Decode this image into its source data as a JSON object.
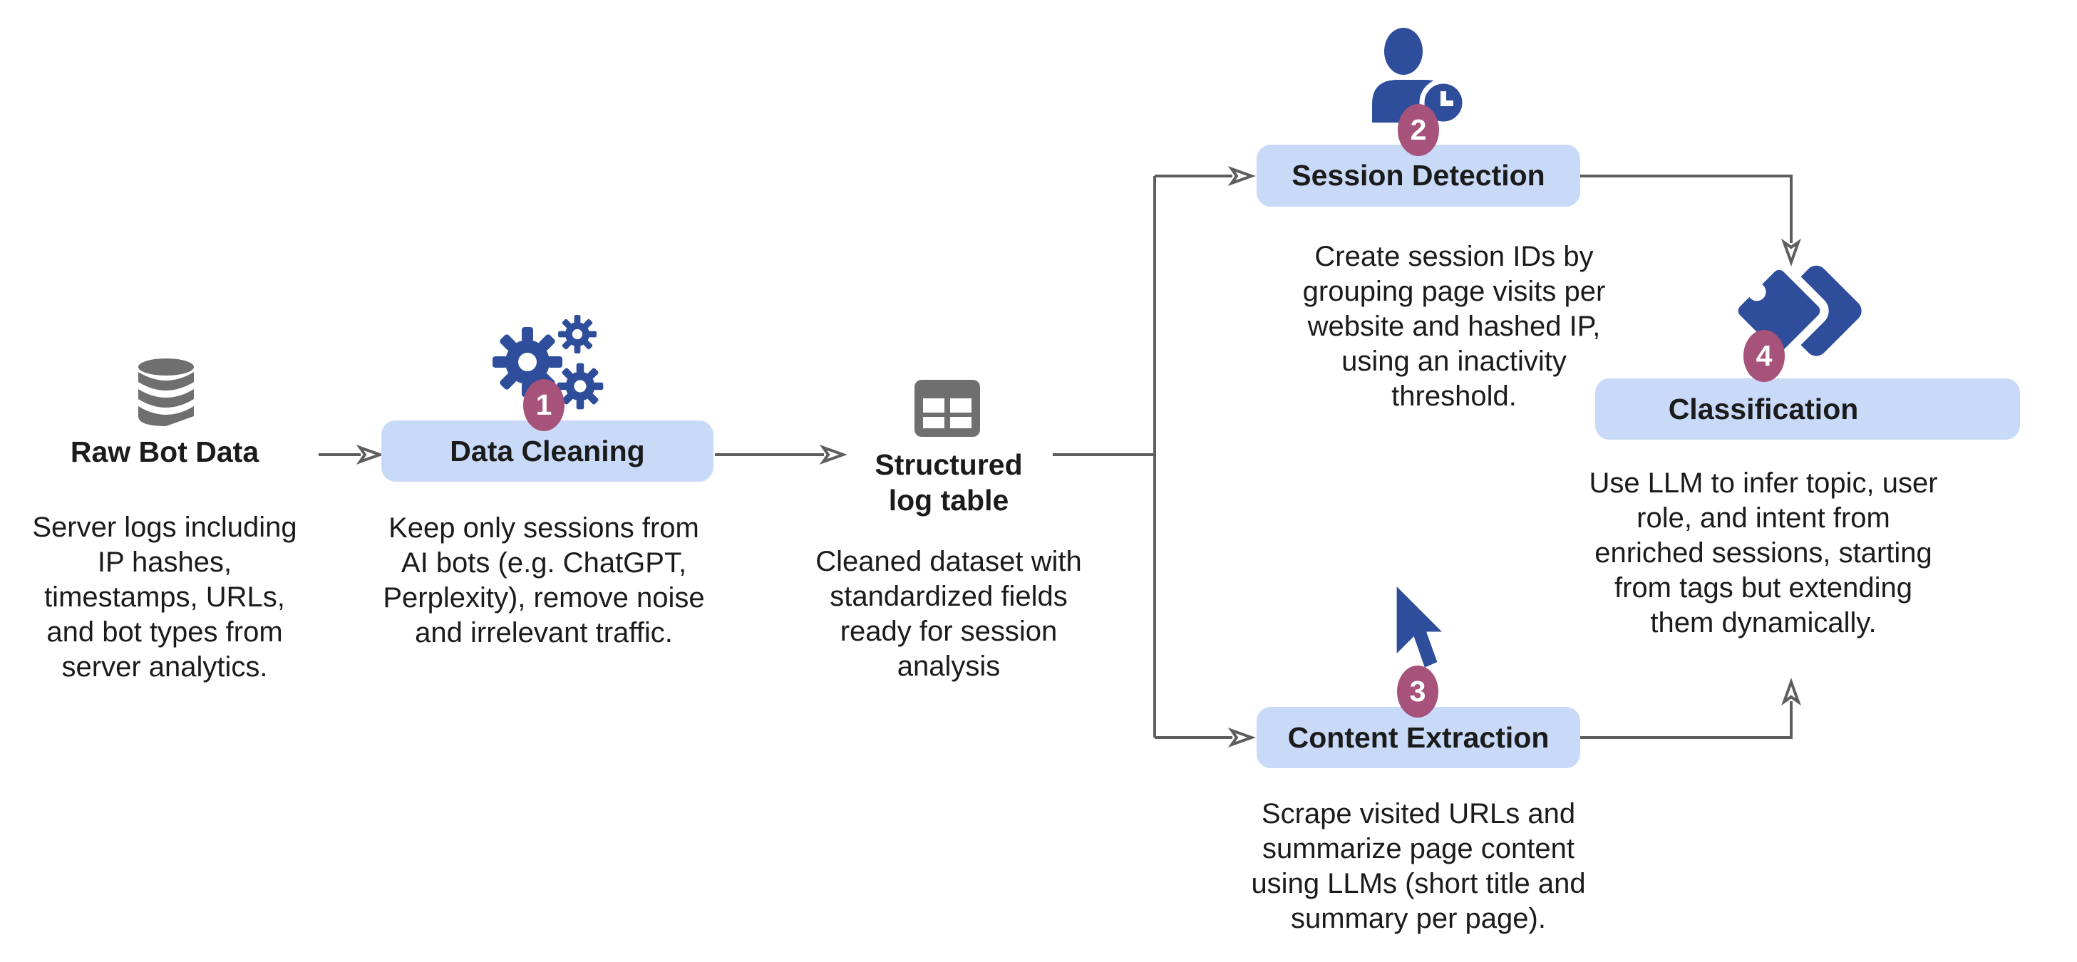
{
  "colors": {
    "node_fill": "#C9DAF8",
    "icon_blue": "#2E4D9B",
    "badge_rose": "#A6527A",
    "neutral_icon": "#6F6F6F",
    "connector": "#5E5E5E",
    "text": "#1B1B1B"
  },
  "nodes": {
    "raw_bot_data": {
      "title": "Raw Bot Data",
      "description": "Server logs including\nIP hashes,\ntimestamps, URLs,\nand bot types from\nserver analytics.",
      "icon": "database-icon"
    },
    "data_cleaning": {
      "step": "1",
      "label": "Data Cleaning",
      "description": "Keep only sessions from\nAI bots (e.g. ChatGPT,\nPerplexity), remove noise\nand irrelevant traffic.",
      "icon": "gears-icon"
    },
    "structured_log_table": {
      "title": "Structured\nlog table",
      "description": "Cleaned dataset with\nstandardized fields\nready for session\nanalysis",
      "icon": "table-icon"
    },
    "session_detection": {
      "step": "2",
      "label": "Session Detection",
      "description": "Create session IDs by\ngrouping page visits per\nwebsite and hashed IP,\nusing an inactivity\nthreshold.",
      "icon": "user-clock-icon"
    },
    "content_extraction": {
      "step": "3",
      "label": "Content Extraction",
      "description": "Scrape visited URLs and\nsummarize page content\nusing LLMs (short title and\nsummary per page).",
      "icon": "cursor-icon"
    },
    "classification": {
      "step": "4",
      "label": "Classification",
      "description": "Use LLM to infer topic, user\nrole, and intent from\nenriched sessions, starting\nfrom tags but extending\nthem dynamically.",
      "icon": "tags-icon"
    }
  }
}
